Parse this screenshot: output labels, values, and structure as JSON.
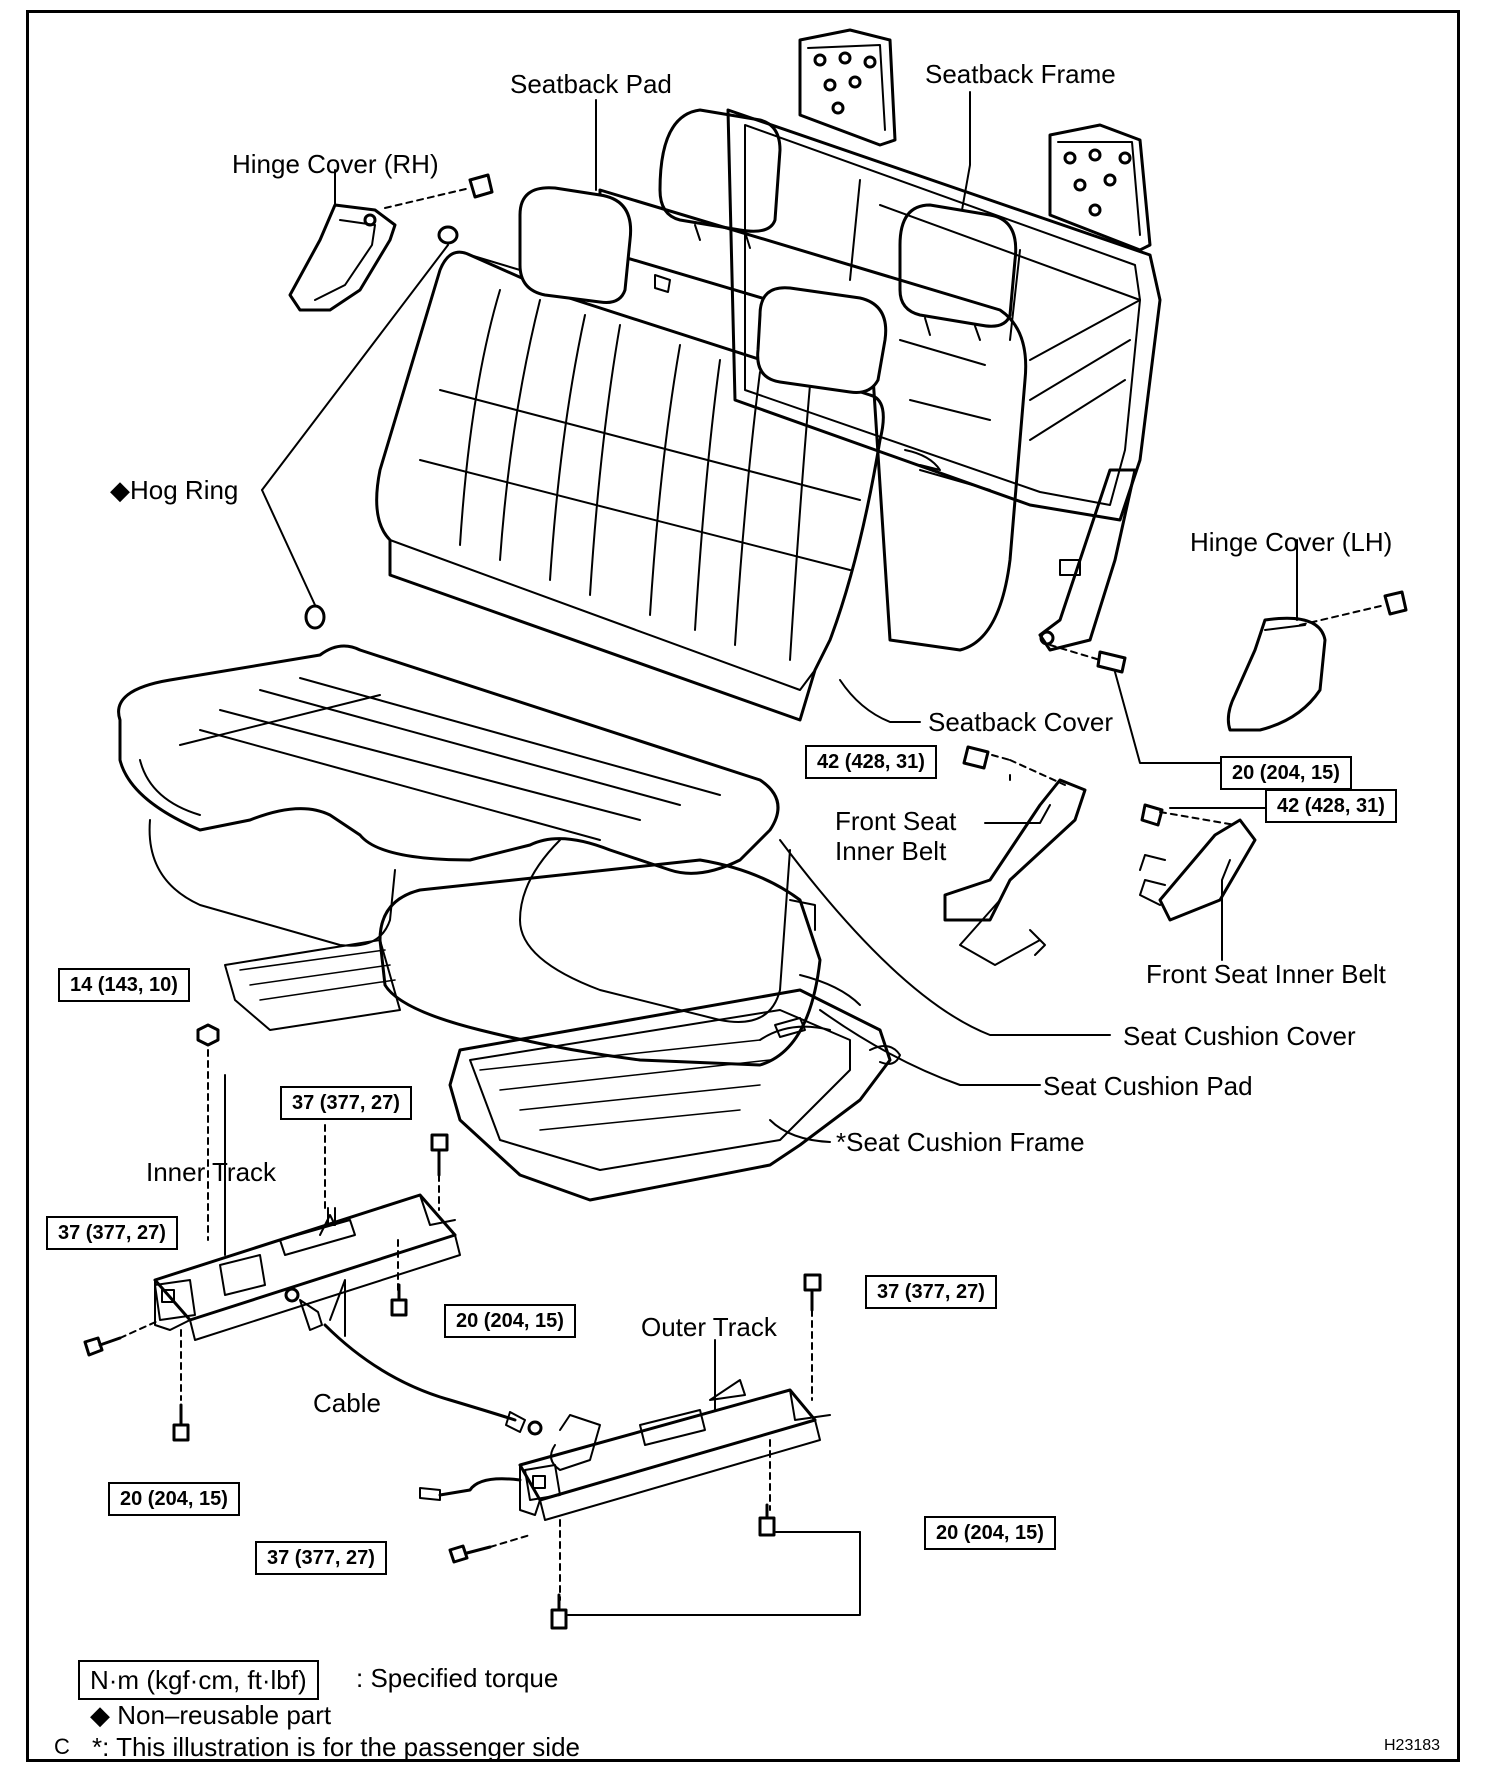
{
  "labels": {
    "seatback_pad": "Seatback Pad",
    "seatback_frame": "Seatback Frame",
    "hinge_cover_rh": "Hinge Cover (RH)",
    "hog_ring": "◆Hog Ring",
    "hinge_cover_lh": "Hinge Cover (LH)",
    "seatback_cover": "Seatback Cover",
    "front_seat_inner_belt_1": "Front Seat\nInner Belt",
    "front_seat_inner_belt_2": "Front Seat Inner Belt",
    "seat_cushion_cover": "Seat Cushion Cover",
    "seat_cushion_pad": "Seat Cushion Pad",
    "seat_cushion_frame": "*Seat Cushion Frame",
    "inner_track": "Inner Track",
    "outer_track": "Outer Track",
    "cable": "Cable"
  },
  "torques": {
    "t_20_hinge": "20 (204, 15)",
    "t_42_left": "42 (428, 31)",
    "t_42_right": "42 (428, 31)",
    "t_14": "14 (143, 10)",
    "t_37_top": "37 (377, 27)",
    "t_37_left": "37 (377, 27)",
    "t_20_mid": "20 (204, 15)",
    "t_37_outer": "37 (377, 27)",
    "t_20_bottom_left": "20 (204, 15)",
    "t_37_bottom": "37 (377, 27)",
    "t_20_bottom_right": "20 (204, 15)"
  },
  "legend": {
    "unit_box": "N·m (kgf·cm, ft·lbf)",
    "unit_desc": ": Specified torque",
    "nonreusable": "◆ Non–reusable part",
    "prefix": "C",
    "passenger": "*: This illustration is for the passenger side"
  },
  "figure_code": "H23183"
}
